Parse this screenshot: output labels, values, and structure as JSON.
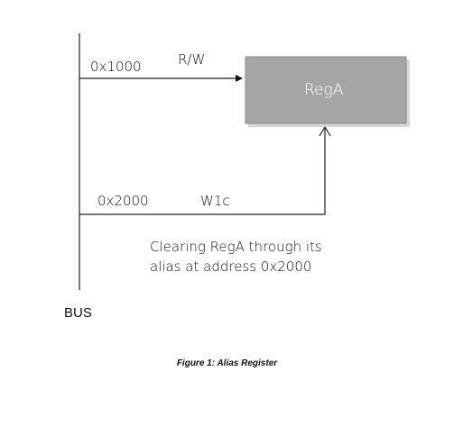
{
  "diagram": {
    "addr1": "0x1000",
    "access1": "R/W",
    "addr2": "0x2000",
    "access2": "W1c",
    "register_label": "RegA",
    "note_line1": "Clearing RegA  through its",
    "note_line2": "alias at address 0x2000",
    "bus_label": "BUS",
    "register_fill": "#a6a6a6"
  },
  "caption": "Figure 1: Alias Register"
}
